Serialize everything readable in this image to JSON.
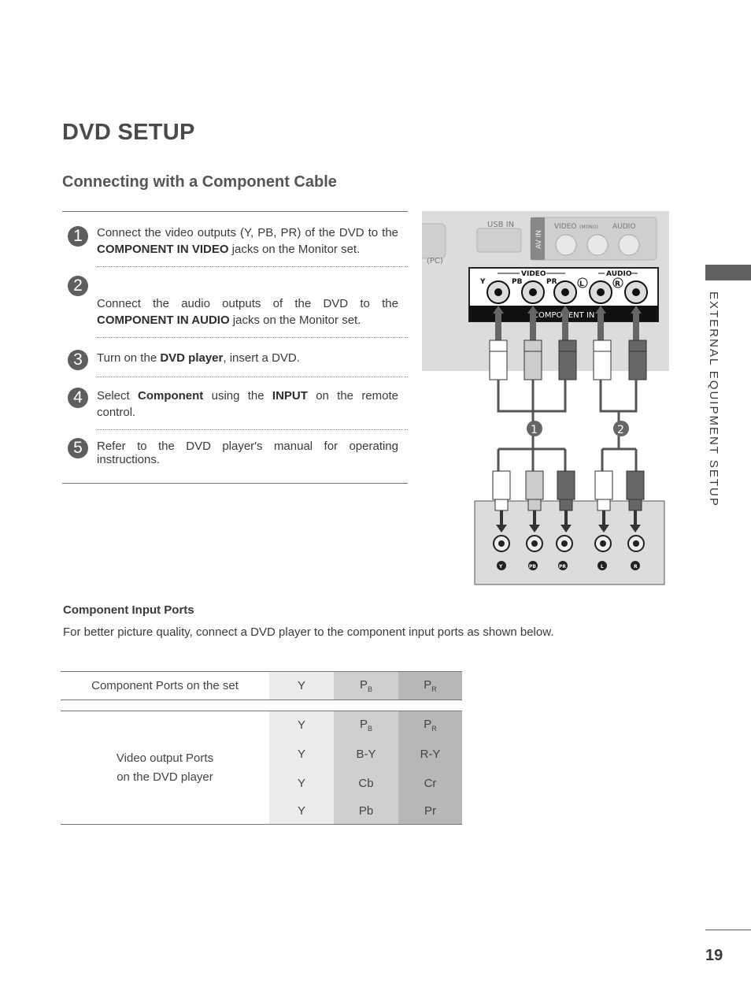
{
  "page": {
    "title": "DVD SETUP",
    "section_title": "Connecting with a Component Cable",
    "side_label": "EXTERNAL EQUIPMENT SETUP",
    "page_number": "19"
  },
  "steps": [
    {
      "num": "1",
      "pre": "Connect the video outputs (Y, PB, PR) of the DVD to the ",
      "bold": "COMPONENT IN VIDEO",
      "post": " jacks on the Monitor set.",
      "pre2": "",
      "bold2": "",
      "post2": ""
    },
    {
      "num": "2",
      "pre": "Connect the audio outputs of the DVD to the ",
      "bold": "COMPONENT IN AUDIO",
      "post": " jacks on the Monitor set.",
      "pre2": "",
      "bold2": "",
      "post2": ""
    },
    {
      "num": "3",
      "pre": "Turn on the ",
      "bold": "DVD player",
      "post": ", insert a DVD.",
      "pre2": "",
      "bold2": "",
      "post2": ""
    },
    {
      "num": "4",
      "pre": "Select ",
      "bold": "Component",
      "post": " using the ",
      "bold2": "INPUT",
      "post2": " on the remote control."
    },
    {
      "num": "5",
      "pre": "Refer to the DVD player's manual for operating instructions.",
      "bold": "",
      "post": "",
      "bold2": "",
      "post2": ""
    }
  ],
  "component_ports": {
    "title": "Component Input Ports",
    "description": "For better picture quality, connect a DVD player to the component input ports as shown below.",
    "set_row": {
      "label": "Component Ports on the set",
      "y": "Y",
      "pb": "P",
      "pb_sub": "B",
      "pr": "P",
      "pr_sub": "R"
    },
    "player_label_line1": "Video output Ports",
    "player_label_line2": "on the DVD player",
    "player_rows": [
      {
        "y": "Y",
        "pb": "P",
        "pb_sub": "B",
        "pr": "P",
        "pr_sub": "R"
      },
      {
        "y": "Y",
        "pb": "B-Y",
        "pb_sub": "",
        "pr": "R-Y",
        "pr_sub": ""
      },
      {
        "y": "Y",
        "pb": "Cb",
        "pb_sub": "",
        "pr": "Cr",
        "pr_sub": ""
      },
      {
        "y": "Y",
        "pb": "Pb",
        "pb_sub": "",
        "pr": "Pr",
        "pr_sub": ""
      }
    ]
  },
  "diagram": {
    "usb_label": "USB IN",
    "av_in_label": "AV IN",
    "video_label": "VIDEO",
    "mono_label": "(MONO)",
    "audio_label": "AUDIO",
    "pc_label": "(PC)",
    "comp_video_label": "VIDEO",
    "comp_audio_label": "AUDIO",
    "jack_y": "Y",
    "jack_pb": "PB",
    "jack_pr": "PR",
    "jack_l": "L",
    "jack_r": "R",
    "component_in_label": "COMPONENT IN",
    "group1": "1",
    "group2": "2",
    "dvd_ports": [
      "Y",
      "PB",
      "PR",
      "L",
      "R"
    ]
  }
}
